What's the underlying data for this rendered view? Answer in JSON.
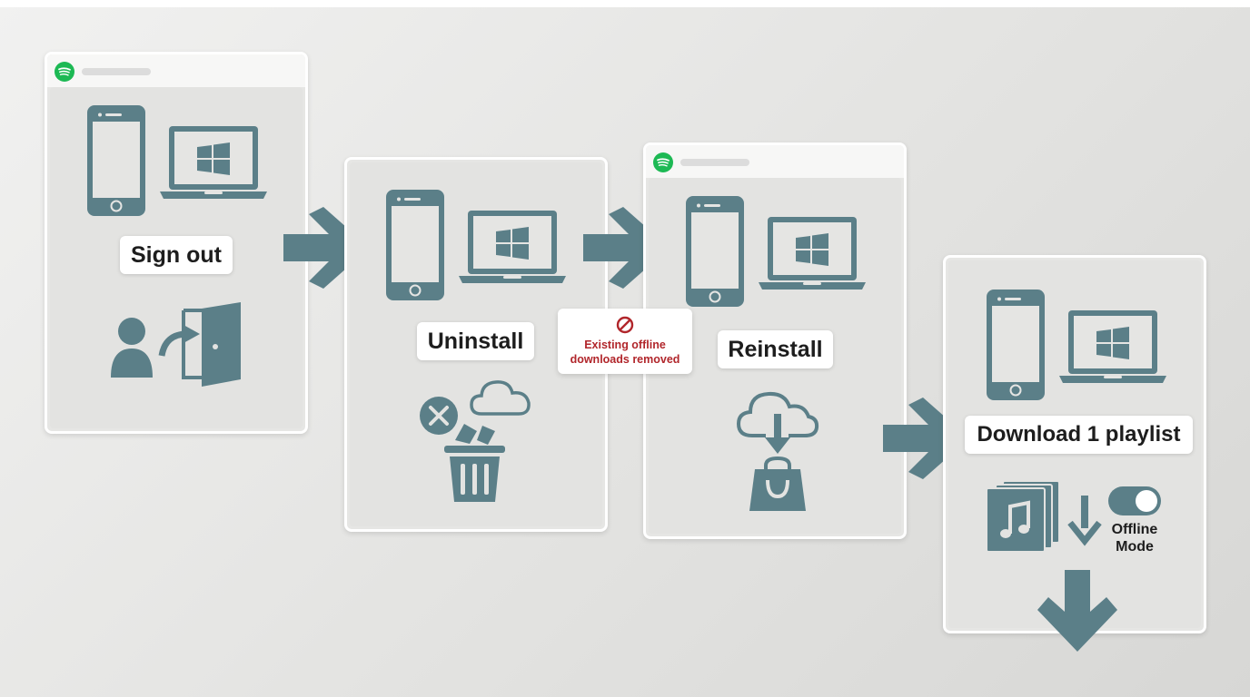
{
  "steps": {
    "sign_out": "Sign out",
    "uninstall": "Uninstall",
    "reinstall": "Reinstall",
    "download": "Download 1 playlist"
  },
  "warning": {
    "line1": "Existing offline",
    "line2": "downloads removed"
  },
  "offline_toggle": {
    "line1": "Offline",
    "line2": "Mode",
    "state": "on"
  },
  "colors": {
    "icon": "#5b7f88",
    "brand": "#1db954",
    "warning": "#b1262b"
  },
  "icons": [
    "spotify-logo-icon",
    "smartphone-icon",
    "windows-laptop-icon",
    "user-exit-door-icon",
    "trash-icon",
    "cloud-icon",
    "close-circle-icon",
    "no-entry-icon",
    "cloud-download-icon",
    "shopping-bag-icon",
    "music-albums-icon",
    "down-arrow-icon",
    "toggle-switch-icon",
    "right-arrow-icon"
  ]
}
